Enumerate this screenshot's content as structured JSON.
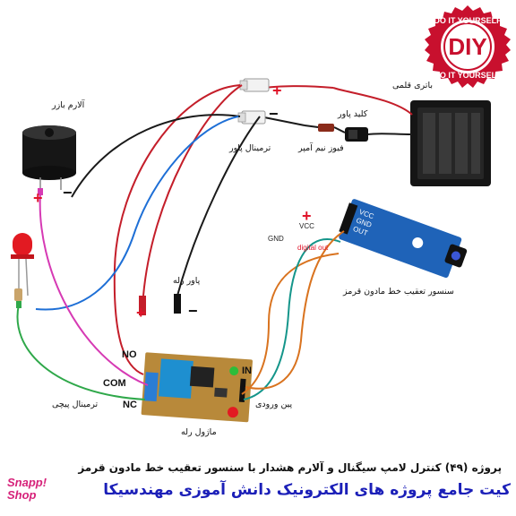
{
  "labels": {
    "buzzer": "آلارم بازر",
    "battery": "باتری قلمی",
    "key": "کلید پاور",
    "fuse": "فیوز نیم آمپر",
    "power_terminal": "ترمینال پاور",
    "relay_power": "پاور رله",
    "sensor": "سنسور تعقیب خط مادون قرمز",
    "input_pin": "پین ورودی",
    "relay_module": "ماژول رله",
    "screw_terminal": "ترمینال پیچی",
    "gnd": "GND",
    "vcc": "VCC",
    "digital_out": "digital out",
    "no": "NO",
    "com": "COM",
    "nc": "NC",
    "in": "IN",
    "plus": "+",
    "minus": "−",
    "pcb_vcc": "VCC",
    "pcb_gnd": "GND",
    "pcb_out": "OUT"
  },
  "badge": {
    "main": "DIY",
    "top": "DO IT YOURSELF",
    "bottom": "DO IT YOURSELF"
  },
  "footer": {
    "line1": "پروژه (۴۹) کنترل لامپ سیگنال و آلارم هشدار با سنسور تعقیب خط مادون قرمز",
    "line2": "کیت جامع پروژه های الکترونیک دانش آموزی مهندسیکا",
    "shop_line1": "Snapp!",
    "shop_line2": "Shop"
  },
  "colors": {
    "wire_red": "#c41e2a",
    "wire_blue": "#1e6fd6",
    "wire_black": "#1a1a1a",
    "wire_orange": "#d9731f",
    "wire_teal": "#14958a",
    "wire_green": "#2fa84a",
    "wire_magenta": "#d63ab4",
    "sensor_board": "#1f63b8",
    "relay_board": "#b8893a",
    "badge_red": "#c8102e"
  }
}
